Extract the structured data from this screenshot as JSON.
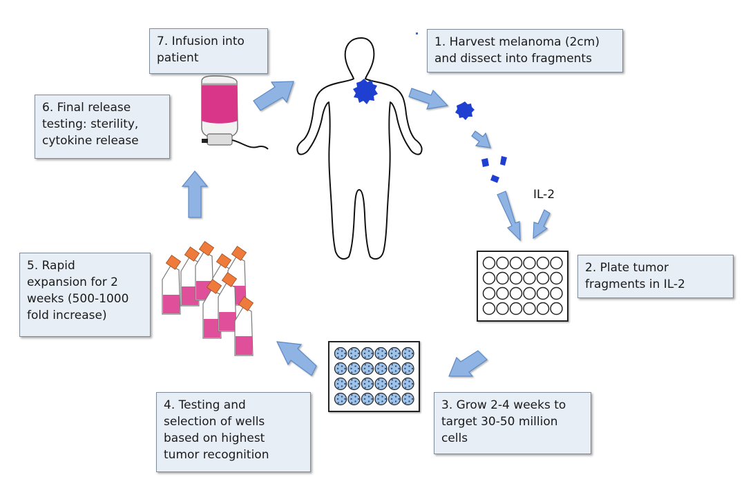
{
  "steps": {
    "s1": "1. Harvest melanoma (2cm)\nand dissect into fragments",
    "s2": "2. Plate tumor\nfragments in IL-2",
    "s3": "3. Grow 2-4 weeks to\ntarget 30-50 million\ncells",
    "s4": "4. Testing and\nselection of wells\nbased on highest\ntumor recognition",
    "s5": "5. Rapid\nexpansion for 2\nweeks (500-1000\nfold increase)",
    "s6": "6. Final release\ntesting: sterility,\ncytokine release",
    "s7": "7. Infusion into\npatient"
  },
  "il2_label": "IL-2",
  "colors": {
    "arrow_fill": "#8fb4e3",
    "arrow_stroke": "#5b88c4",
    "tumor": "#1f3fd1",
    "flask_liquid": "#e0509a",
    "flask_cap": "#ee7a3b",
    "iv_bag": "#d9368a",
    "well_filled": "#9ec3ea",
    "box_fill": "#e8eef6"
  },
  "icons": [
    "human-silhouette-icon",
    "tumor-icon",
    "well-plate-icon",
    "culture-flask-icon",
    "iv-bag-icon",
    "arrow-icon"
  ]
}
